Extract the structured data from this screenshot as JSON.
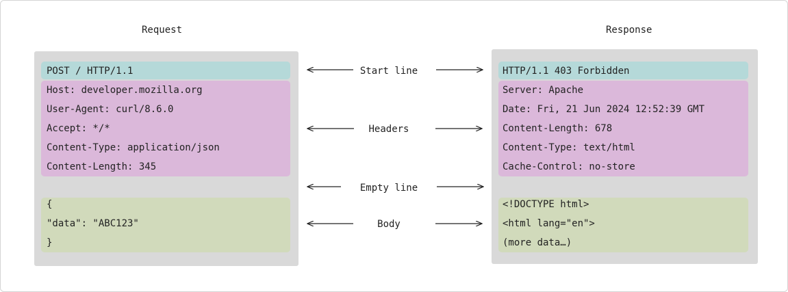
{
  "request": {
    "title": "Request",
    "start_line": "POST / HTTP/1.1",
    "headers": [
      "Host: developer.mozilla.org",
      "User-Agent: curl/8.6.0",
      "Accept: */*",
      "Content-Type: application/json",
      "Content-Length: 345"
    ],
    "body": [
      "{",
      "\"data\": \"ABC123\"",
      "}"
    ]
  },
  "response": {
    "title": "Response",
    "start_line": "HTTP/1.1 403 Forbidden",
    "headers": [
      "Server: Apache",
      "Date: Fri, 21 Jun 2024 12:52:39 GMT",
      "Content-Length: 678",
      "Content-Type: text/html",
      "Cache-Control: no-store"
    ],
    "body": [
      "<!DOCTYPE html>",
      "<html lang=\"en\">",
      "(more data…)"
    ]
  },
  "labels": {
    "start_line": "Start line",
    "headers": "Headers",
    "empty_line": "Empty line",
    "body": "Body"
  },
  "colors": {
    "start_line": "#b5d9d9",
    "headers": "#dbb8da",
    "body": "#d1dabb",
    "panel": "#d9d9d9"
  }
}
